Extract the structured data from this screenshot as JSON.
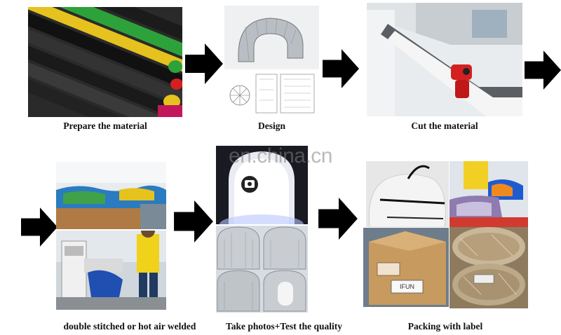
{
  "steps": [
    {
      "caption": "Prepare the material"
    },
    {
      "caption": "Design"
    },
    {
      "caption": "Cut the material"
    },
    {
      "caption": "double stitched or hot air welded"
    },
    {
      "caption": "Take photos+Test the quality"
    },
    {
      "caption": "Packing with label"
    }
  ],
  "watermark": "en.china.cn",
  "box_label": "IFUN",
  "colors": {
    "arrow": "#000000",
    "machine_red": "#d42020",
    "roll_green": "#2ea23a",
    "roll_yellow": "#e6c21e"
  }
}
